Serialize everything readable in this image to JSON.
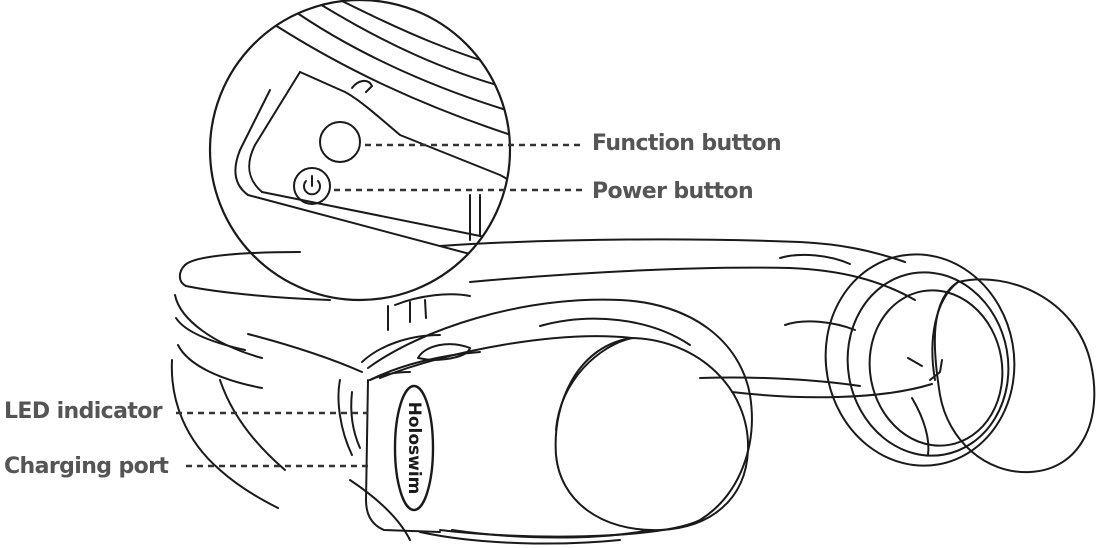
{
  "labels": {
    "function_button": "Function button",
    "power_button": "Power button",
    "led_indicator": "LED indicator",
    "charging_port": "Charging port"
  },
  "brand": "Holoswim",
  "icons": {
    "power": "power-icon"
  },
  "colors": {
    "line": "#1a1a1a",
    "label": "#555555",
    "leader": "#333333",
    "background": "#ffffff"
  }
}
